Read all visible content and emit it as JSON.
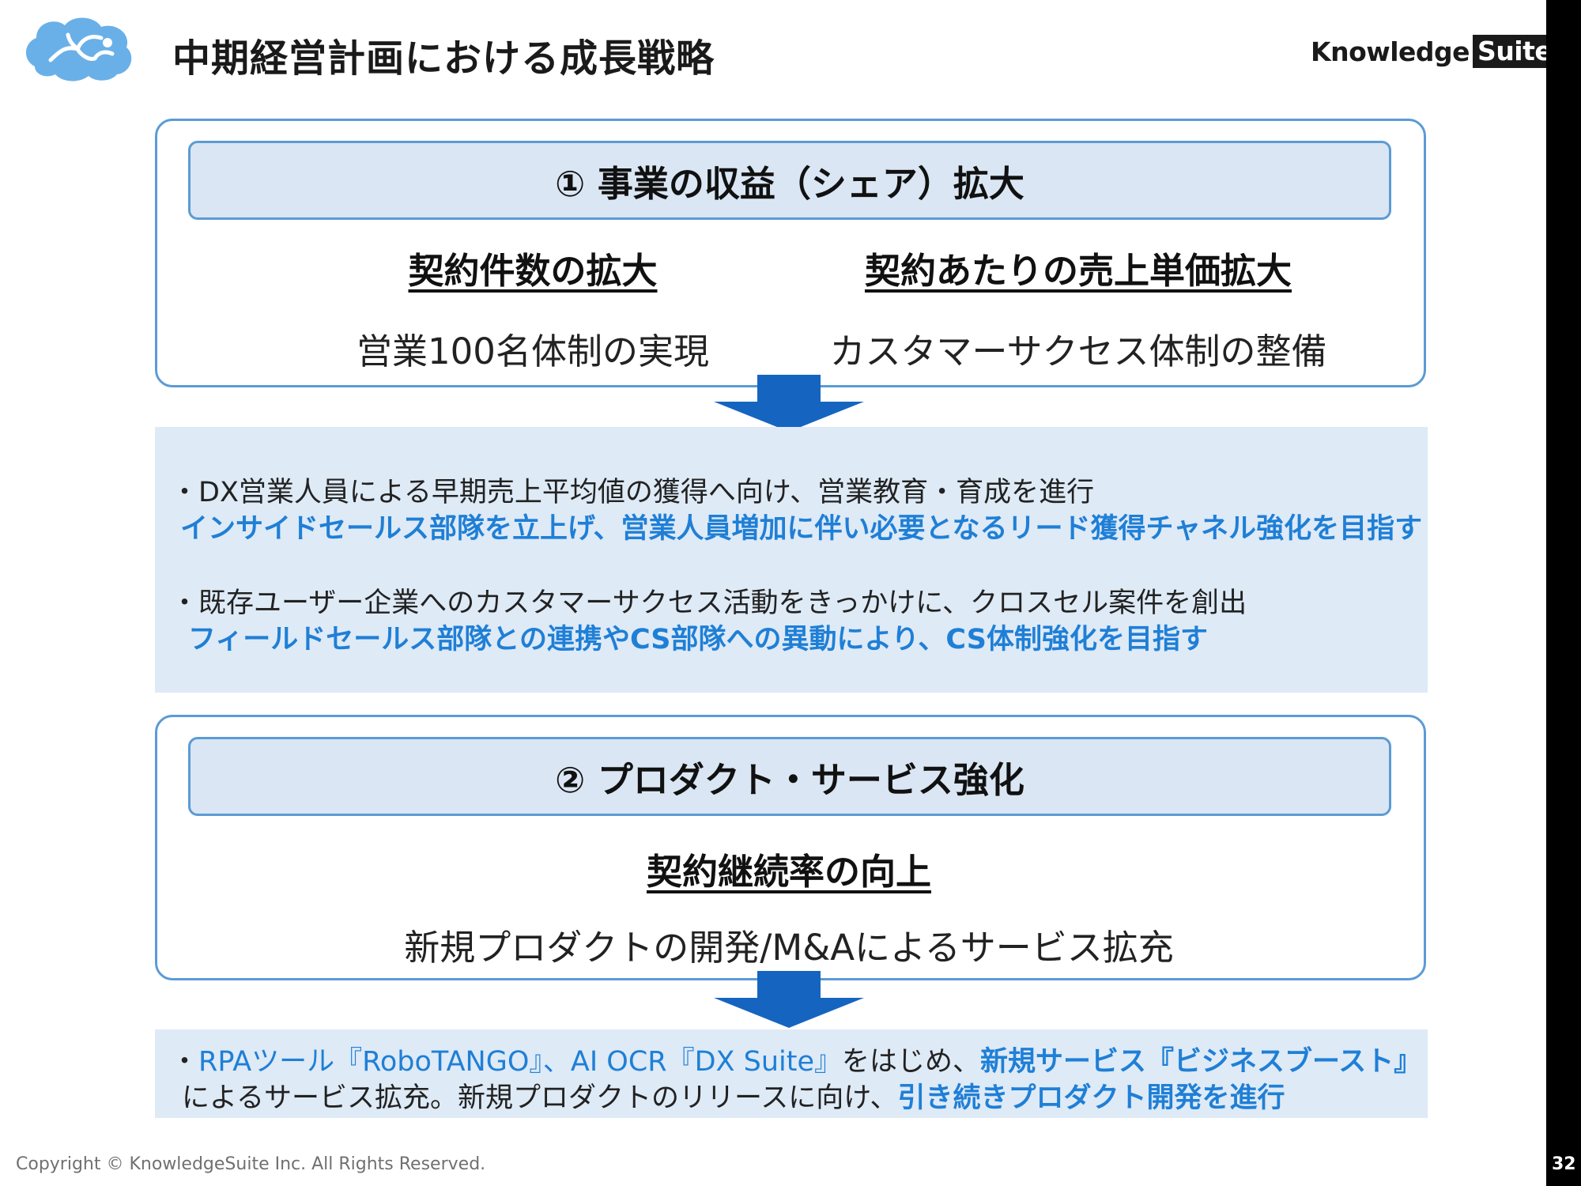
{
  "header": {
    "title": "中期経営計画における成長戦略",
    "brand_knowledge": "Knowledge",
    "brand_suite": "Suite",
    "brand_stripe_colors": [
      "#e53935",
      "#fbc02d",
      "#43a047",
      "#1e88e5"
    ]
  },
  "colors": {
    "accent_blue": "#1f7fd6",
    "box_border": "#5b9bd5",
    "pill_fill": "#dae6f3",
    "panel_fill": "#deeaf6",
    "arrow": "#1565c0",
    "logo": "#6ab0e8"
  },
  "icons": {
    "logo": "brain-icon",
    "arrow": "arrow-down-icon"
  },
  "section1": {
    "header": "①  事業の収益（シェア）拡大",
    "left_heading": "契約件数の拡大",
    "right_heading": "契約あたりの売上単価拡大",
    "left_text": "営業100名体制の実現",
    "right_text": "カスタマーサクセス体制の整備"
  },
  "panel1": {
    "bullet1": "・DX営業人員による早期売上平均値の獲得へ向け、営業教育・育成を進行",
    "emph1": "インサイドセールス部隊を立上げ、営業人員増加に伴い必要となるリード獲得チャネル強化を目指す",
    "bullet2": "・既存ユーザー企業へのカスタマーサクセス活動をきっかけに、クロスセル案件を創出",
    "emph2": "フィールドセールス部隊との連携やCS部隊への異動により、CS体制強化を目指す"
  },
  "section2": {
    "header": "②  プロダクト・サービス強化",
    "heading": "契約継続率の向上",
    "text": "新規プロダクトの開発/M&Aによるサービス拡充"
  },
  "panel2": {
    "line1_prefix": "・",
    "line1_blue": "RPAツール『RoboTANGO』、AI OCR『DX Suite』",
    "line1_mid": "をはじめ、",
    "line1_bold": "新規サービス『ビジネスブースト』",
    "line2_plain": "によるサービス拡充。新規プロダクトのリリースに向け、",
    "line2_bold": "引き続きプロダクト開発を進行"
  },
  "footer": {
    "copyright": "Copyright © KnowledgeSuite Inc. All Rights Reserved.",
    "page": "32"
  }
}
